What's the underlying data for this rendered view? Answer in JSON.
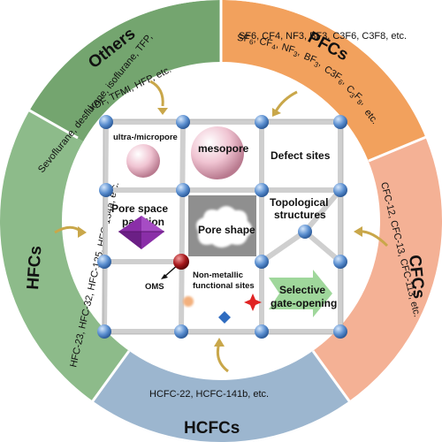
{
  "colors": {
    "others": "#74a56f",
    "pfcs": "#f2a15d",
    "cfcs": "#f4b195",
    "hcfcs": "#9cb6cf",
    "hfcs": "#8dbb8a",
    "node": "#5b8fd0",
    "oms_node": "#a8181c",
    "octahedron": "#8a2ea8",
    "pink_sphere": "#e7b3c4",
    "arrow": "#c9a74a",
    "selective_arrow": "#8ed089"
  },
  "sectors": {
    "others": {
      "title": "Others",
      "line1": "Sevoflurane, desflurane, isoflurane, TFP,",
      "line2": "VDF, TFMI, HFP, etc."
    },
    "pfcs": {
      "title": "PFCs",
      "formula": "SF6, CF4, NF3, BF3, C3F6, C3F8, etc."
    },
    "cfcs": {
      "title": "CFCs",
      "list": "CFC-12, CFC-13, CFC-113, etc."
    },
    "hcfcs": {
      "title": "HCFCs",
      "list": "HCFC-22, HCFC-141b, etc."
    },
    "hfcs": {
      "title": "HFCs",
      "list": "HFC-23, HFC-32, HFC-125, HFC-134a, etc."
    }
  },
  "center": {
    "micro": "ultra-/micropore",
    "meso": "mesopore",
    "defect": "Defect sites",
    "partition_line1": "Pore space",
    "partition_line2": "partition",
    "pore_shape": "Pore shape",
    "topo_line1": "Topological",
    "topo_line2": "structures",
    "oms": "OMS",
    "nonmetal_line1": "Non-metallic",
    "nonmetal_line2": "functional sites",
    "selective_line1": "Selective",
    "selective_line2": "gate-opening"
  }
}
